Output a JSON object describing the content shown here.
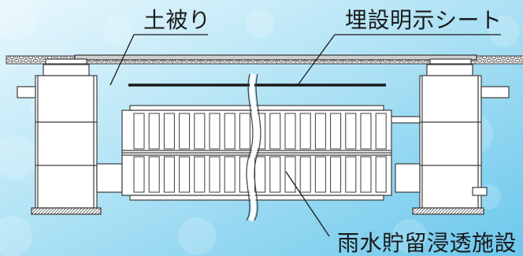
{
  "labels": {
    "soil_cover": "土被り",
    "marker_sheet": "埋設明示シート",
    "facility": "雨水貯留浸透施設"
  },
  "colors": {
    "background_light": "#e9f8fd",
    "background_mid": "#9fdbf2",
    "background_dark": "#6cc8ec",
    "outline": "#3d3d3d",
    "fill": "#ffffff",
    "cover_slab": "#cfcfcf"
  }
}
